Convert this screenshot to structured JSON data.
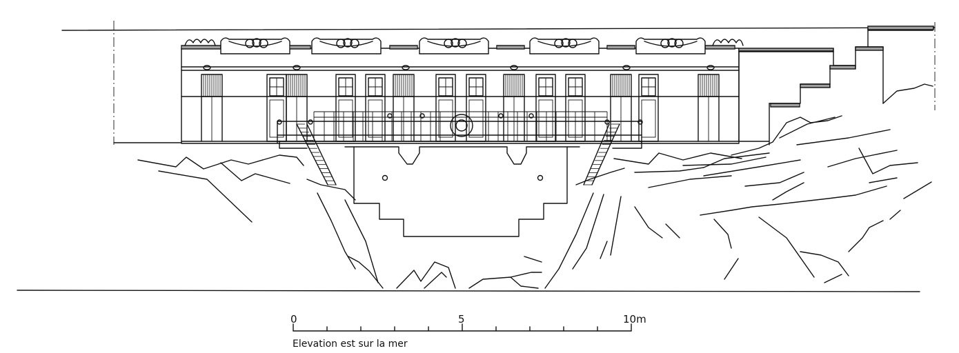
{
  "caption": "Elevation est sur la mer",
  "scale_bar": {
    "unit": "m",
    "labels": [
      "0",
      "5",
      "10m"
    ],
    "max_value": 10,
    "tick_count": 10
  },
  "colors": {
    "ink": "#111111",
    "paper": "#ffffff"
  }
}
